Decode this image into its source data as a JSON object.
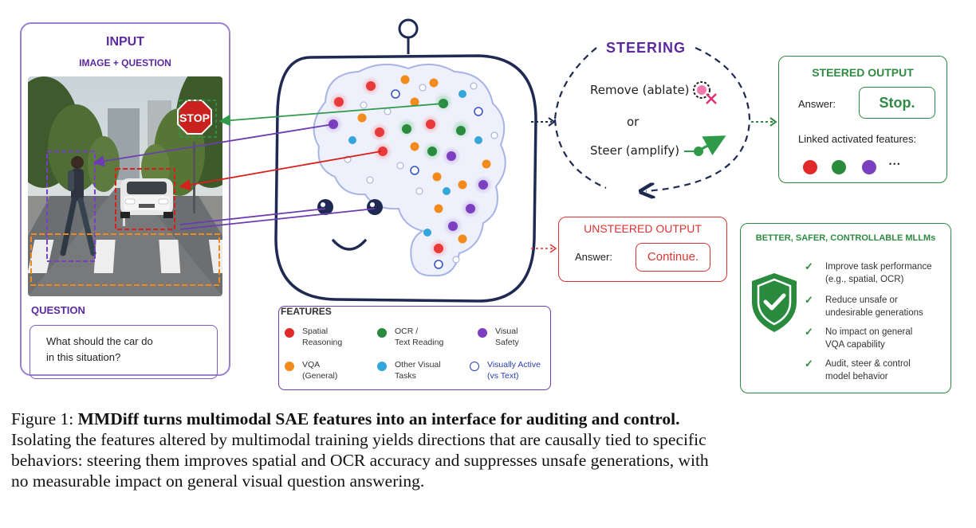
{
  "input": {
    "title": "INPUT",
    "subtitle": "IMAGE + QUESTION",
    "stop_sign": "STOP",
    "question_label": "QUESTION",
    "question_lines": [
      "What should the car do",
      "in this situation?"
    ]
  },
  "steering": {
    "title": "STEERING",
    "remove": "Remove (ablate)",
    "or": "or",
    "steer": "Steer (amplify)"
  },
  "steered_output": {
    "title": "STEERED OUTPUT",
    "answer_label": "Answer:",
    "answer": "Stop.",
    "linked_label": "Linked activated features:",
    "ellipsis": "•••"
  },
  "unsteered_output": {
    "title": "UNSTEERED OUTPUT",
    "answer_label": "Answer:",
    "answer": "Continue."
  },
  "better": {
    "title": "BETTER, SAFER, CONTROLLABLE MLLMs",
    "items": [
      [
        "Improve task performance",
        "(e.g., spatial, OCR)"
      ],
      [
        "Reduce unsafe or",
        "undesirable generations"
      ],
      [
        "No impact on general",
        "VQA capability"
      ],
      [
        "Audit, steer & control",
        "model behavior"
      ]
    ]
  },
  "features": {
    "title": "FEATURES",
    "items": [
      {
        "lines": [
          "Spatial",
          "Reasoning"
        ],
        "color": "#e02a2a"
      },
      {
        "lines": [
          "OCR /",
          "Text Reading"
        ],
        "color": "#2a8a3e"
      },
      {
        "lines": [
          "Visual",
          "Safety"
        ],
        "color": "#7b3fc0"
      },
      {
        "lines": [
          "VQA",
          "(General)"
        ],
        "color": "#f28a1c"
      },
      {
        "lines": [
          "Other Visual",
          "Tasks"
        ],
        "color": "#33a6db"
      },
      {
        "lines": [
          "Visually Active",
          "(vs Text)"
        ],
        "color": "#2a3fb0"
      }
    ]
  },
  "caption": {
    "prefix": "Figure 1: ",
    "bold": "MMDiff turns multimodal SAE features into an interface for auditing and control.",
    "lines": [
      "Isolating the features altered by multimodal training yields directions that are causally tied to specific",
      "behaviors: steering them improves spatial and OCR accuracy and suppresses unsafe generations, with",
      "no measurable impact on general visual question answering."
    ]
  },
  "colors": {
    "purple": "#5b2aa0",
    "green": "#2f8a43",
    "red": "#d33",
    "navy": "#1f2a52"
  }
}
